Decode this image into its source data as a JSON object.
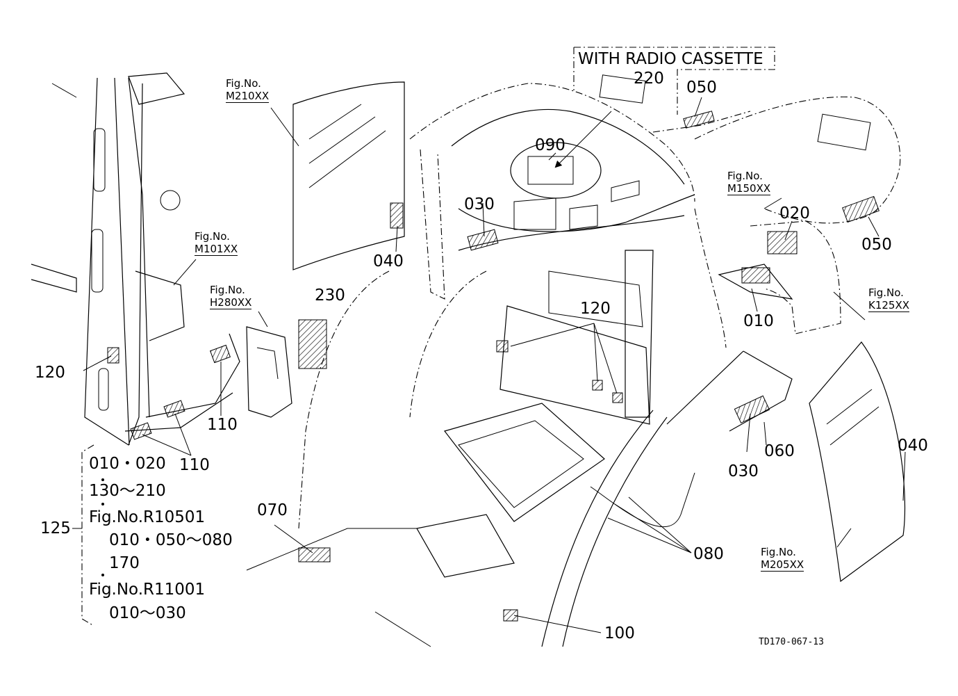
{
  "figure_code": "TD170-067-13",
  "callout": {
    "label": "WITH RADIO CASSETTE"
  },
  "part_numbers": {
    "p220": "220",
    "p050_top": "050",
    "p090": "090",
    "p030_left": "030",
    "p040_left": "040",
    "p020": "020",
    "p050_right": "050",
    "p010": "010",
    "p230": "230",
    "p120_center": "120",
    "p120_left": "120",
    "p110_a": "110",
    "p110_b": "110",
    "p030_right": "030",
    "p060": "060",
    "p040_right": "040",
    "p070": "070",
    "p080": "080",
    "p100": "100",
    "p125": "125"
  },
  "fig_refs": {
    "m210": {
      "line1": "Fig.No.",
      "line2": "M210XX"
    },
    "m101": {
      "line1": "Fig.No.",
      "line2": "M101XX"
    },
    "h280": {
      "line1": "Fig.No.",
      "line2": "H280XX"
    },
    "m150": {
      "line1": "Fig.No.",
      "line2": "M150XX"
    },
    "k125": {
      "line1": "Fig.No.",
      "line2": "K125XX"
    },
    "m205": {
      "line1": "Fig.No.",
      "line2": "M205XX"
    }
  },
  "kit_125": {
    "line1": "010・020",
    "line2": "130〜210",
    "line3": "Fig.No.R10501",
    "line4": "010・050〜080",
    "line5": "170",
    "line6": "Fig.No.R11001",
    "line7": "010〜030"
  }
}
